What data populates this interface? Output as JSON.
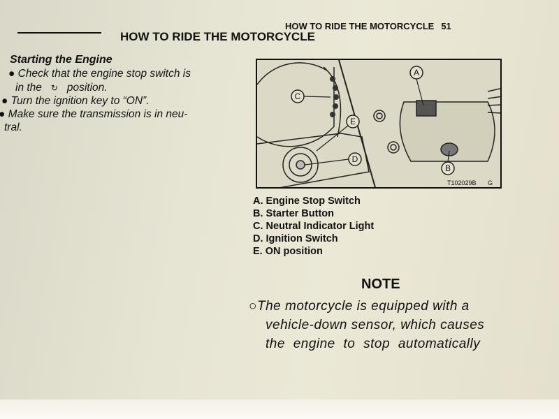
{
  "running_header": {
    "title": "HOW TO RIDE THE MOTORCYCLE",
    "page": "51"
  },
  "page_title": "HOW TO RIDE THE MOTORCYCLE",
  "section": {
    "heading": "Starting the Engine",
    "bullets": [
      {
        "line1": "Check that the engine stop switch is",
        "line2a": "in the",
        "symbol": "↻",
        "line2b": "position."
      },
      {
        "line1": "Turn the ignition key to “ON”."
      },
      {
        "line1": "Make sure the transmission is in neu-",
        "line2": "tral."
      }
    ]
  },
  "figure": {
    "callouts": [
      "A",
      "B",
      "C",
      "D",
      "E"
    ],
    "code": "T102029B",
    "code_suffix": "G"
  },
  "captions": [
    "A. Engine Stop Switch",
    "B. Starter Button",
    "C. Neutral Indicator Light",
    "D. Ignition Switch",
    "E. ON position"
  ],
  "note": {
    "heading": "NOTE",
    "bullet": "○",
    "lines": [
      "The motorcycle is equipped with a",
      "vehicle-down sensor, which causes",
      "the engine to stop automatically"
    ]
  }
}
